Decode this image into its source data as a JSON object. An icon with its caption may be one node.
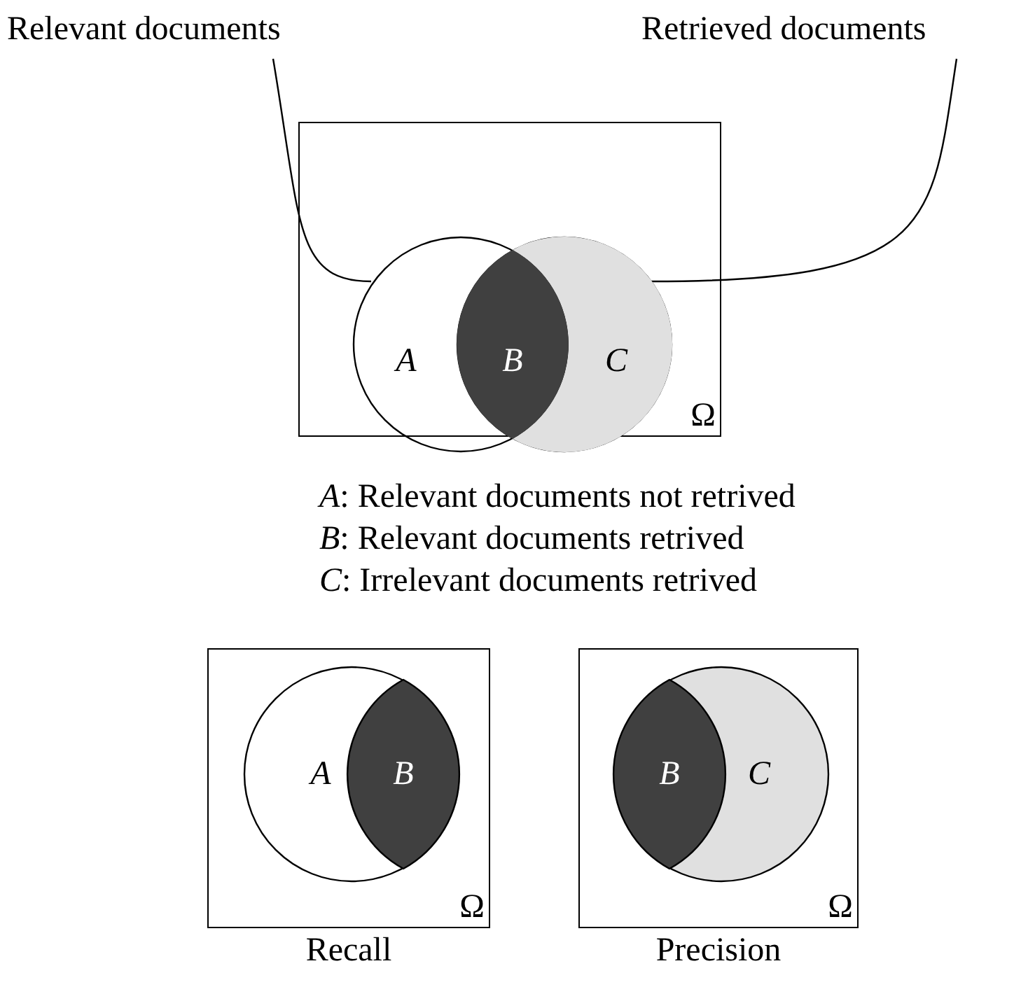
{
  "diagram": {
    "nodes": [
      {
        "text": [
          "Relevant documents"
        ]
      },
      {
        "text": [
          "Retrieved documents"
        ]
      },
      {
        "text": [
          "Ω"
        ]
      },
      {
        "text": [],
        "shape": "circle",
        "in": 2
      },
      {
        "text": [],
        "shape": "circle",
        "in": 2
      },
      {
        "text": [
          "Ω",
          "Recall"
        ]
      },
      {
        "text": [
          "A",
          "B"
        ],
        "in": 5
      },
      {
        "text": [
          "Ω",
          "Precision"
        ]
      },
      {
        "text": [
          "B",
          "C"
        ],
        "in": 7
      }
    ],
    "edges": [
      {
        "from": 0,
        "to": 3,
        "arrow": "none"
      },
      {
        "from": 1,
        "to": 4,
        "arrow": "none"
      }
    ],
    "labels": [
      "A",
      "B",
      "C",
      "*A*: Relevant documents not retrived",
      "*B*: Relevant documents retrived",
      "*C*: Irrelevant documents retrived"
    ]
  }
}
